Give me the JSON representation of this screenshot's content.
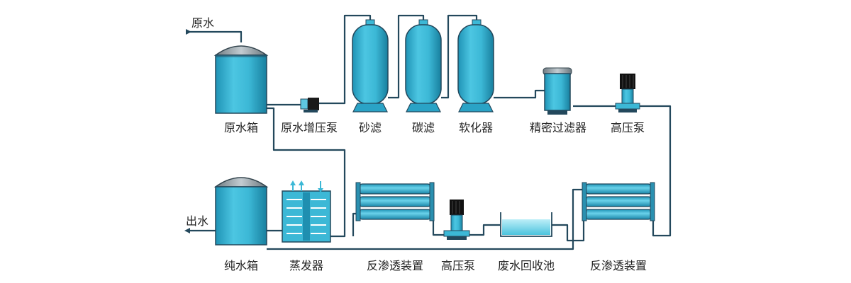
{
  "labels": {
    "inlet": "原水",
    "outlet": "出水",
    "raw_tank": "原水箱",
    "booster_pump": "原水增压泵",
    "sand_filter": "砂滤",
    "carbon_filter": "碳滤",
    "softener": "软化器",
    "precision_filter": "精密过滤器",
    "high_pressure_pump_top": "高压泵",
    "pure_tank": "纯水箱",
    "evaporator": "蒸发器",
    "ro_unit_left": "反渗透装置",
    "high_pressure_pump_bottom": "高压泵",
    "wastewater_pool": "废水回收池",
    "ro_unit_right": "反渗透装置"
  },
  "colors": {
    "vessel": "#34b3d3",
    "vessel_light": "#7fd8ea",
    "pipe": "#23485c",
    "dome": "#9aa6ad",
    "motor": "#1a1a1a",
    "label": "#222222"
  },
  "icons": {
    "inlet": "arrow-right-icon",
    "outlet": "arrow-left-icon",
    "evaporator_vapor": "arrow-up-icon"
  }
}
